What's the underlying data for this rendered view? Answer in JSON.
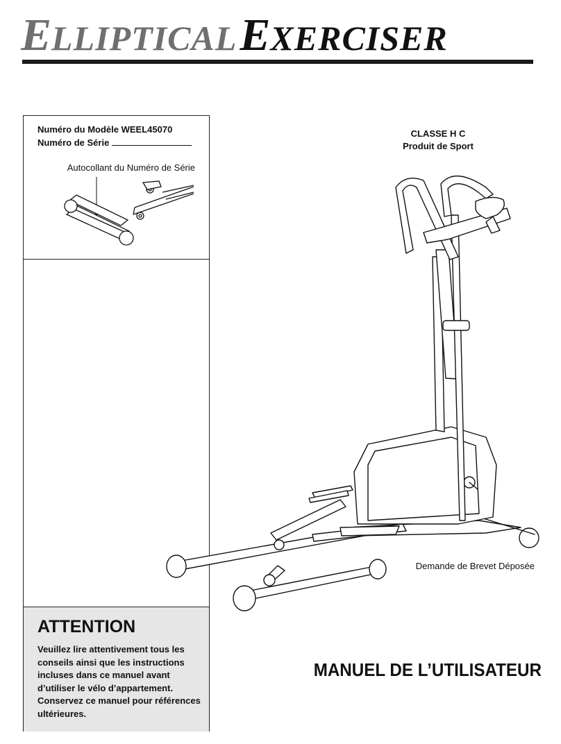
{
  "header": {
    "title_word1_cap": "E",
    "title_word1_rest": "LLIPTICAL",
    "title_word2_cap": "E",
    "title_word2_rest": "XERCISER"
  },
  "model_box": {
    "model_label": "Numéro du Modèle WEEL45070",
    "serial_label": "Numéro de Série",
    "sticker_label": "Autocollant du Numéro de Série"
  },
  "classification": {
    "line1": "CLASSE H C",
    "line2": "Produit de Sport"
  },
  "patent_notice": "Demande de Brevet Déposée",
  "attention": {
    "title": "ATTENTION",
    "text": "Veuillez lire attentivement tous les conseils ainsi que les instructions incluses dans ce manuel avant d’utiliser le vélo d’appartement. Conservez ce manuel pour références ultérieures."
  },
  "manual_title": "MANUEL DE L’UTILISATEUR"
}
